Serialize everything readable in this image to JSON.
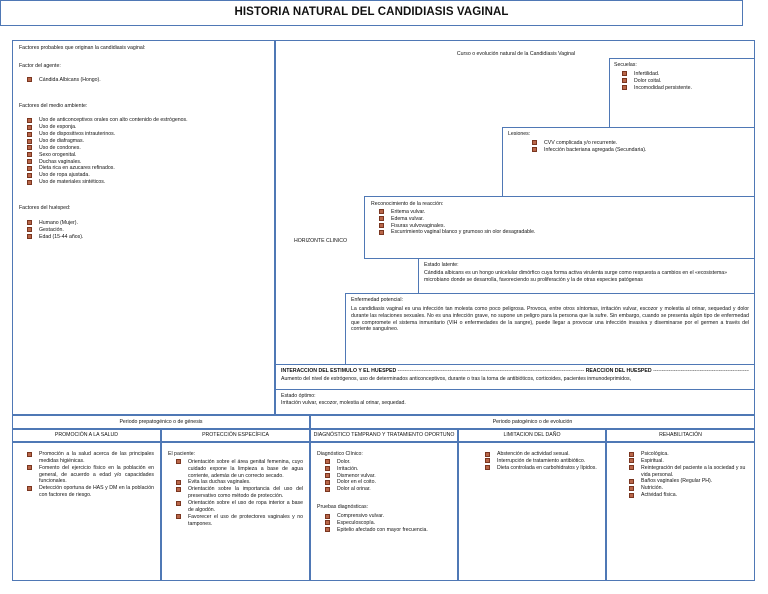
{
  "title": "HISTORIA NATURAL DEL CANDIDIASIS VAGINAL",
  "left_panel": {
    "heading": "Factores probables que originan la candidiasis vaginal:",
    "agent_heading": "Factor del agente:",
    "agent_items": [
      "Cándida Albicans (Hongo)."
    ],
    "env_heading": "Factores del medio ambiente:",
    "env_items": [
      "Uso de anticonceptivos orales con alto contenido de estrógenos.",
      "Uso de esponja.",
      "Uso de dispositivos intrauterinos.",
      "Uso de diafragmas.",
      "Uso de condones.",
      "Sexo orogenital.",
      "Duchas vaginales.",
      "Dieta rica en azucares refinados.",
      "Uso de ropa ajustada.",
      "Uso de materiales sintéticos."
    ],
    "host_heading": "Factores del huésped:",
    "host_items": [
      "Humano (Mujer).",
      "Gestación.",
      "Edad (15-44 años)."
    ]
  },
  "course": {
    "heading": "Curso o evolución natural de la Candidiasis Vaginal",
    "clinical_horizon": "HORIZONTE CLINICO",
    "sequelae": {
      "heading": "Secuelas:",
      "items": [
        "Infertilidad.",
        "Dolor coital.",
        "Incomodidad persistente."
      ]
    },
    "lesions": {
      "heading": "Lesiones:",
      "items": [
        "CVV complicada y/o recurrente.",
        "Infección bacteriana agregada (Secundaria)."
      ]
    },
    "recognition": {
      "heading": "Reconocimiento de la reacción:",
      "items": [
        "Eritema vulvar.",
        "Edema vulvar.",
        "Fisuras vulvovaginales.",
        "Escurrimiento vaginal blanco y grumoso sin olor desagradable."
      ]
    },
    "latent": {
      "heading": "Estado latente:",
      "text": "Cándida albicans es un hongo unicelular dimórfico cuya forma activa virulenta surge como respuesta a cambios en el «ecosistema» microbiano donde se desarrolla, favoreciendo su proliferación y la de otras especies patógenas"
    },
    "potential": {
      "heading": "Enfermedad potencial:",
      "text": "La candidiasis vaginal es una infección tan molesta como poco peligrosa. Provoca, entre otros síntomas, irritación vulvar, escozor y molestia al orinar, sequedad y dolor durante las relaciones sexuales. No es una infección grave, no supone un peligro para la persona que la sufre. Sin embargo, cuando se presenta algún tipo de enfermedad que compromete el sistema inmunitario (VIH o enfermedades de la sangre), puede llegar a provocar una infección invasiva y diseminarse por el germen a través del corriente sanguíneo."
    }
  },
  "interaction": {
    "left_label": "INTERACCIÓN DEL ESTÍMULO Y EL HUÉSPED",
    "dashes": "------------------------------------------------------------------------------------------------------------",
    "right_label": "REACCIÓN DEL HUÉSPED",
    "dashes2": "------------------------------------------------------------------------------------------------------",
    "text": "Aumento del nivel de estrógenos, uso de determinados anticonceptivos, durante o tras la toma de antibióticos, corticoides, pacientes inmunodeprimidos,"
  },
  "optimal": {
    "heading": "Estado óptimo:",
    "text": "Irritación vulvar, escozor, molestia al orinar, sequedad."
  },
  "periods": {
    "prepatogenic": "Periodo prepatogénico o de génesis",
    "patogenic": "Periodo patogénico o de evolución"
  },
  "columns": [
    {
      "header": "PROMOCIÓN A LA SALUD",
      "items": [
        "Promoción a la salud acerca de las principales medidas higiénicas.",
        "Fomento del ejercicio físico en la población en general, de acuerdo a edad y/o capacidades funcionales.",
        "Detección oportuna de HAS y DM en la población con factores de riesgo."
      ]
    },
    {
      "header": "PROTECCIÓN ESPECÍFICA",
      "intro": "El paciente:",
      "items": [
        "Orientación sobre el área genital femenina, cuyo cuidado expone la limpieza a base de agua corriente, además de un correcto secado.",
        "Evita las duchas vaginales.",
        "Orientación sobre la importancia del uso del preservativo como método de protección.",
        "Orientación sobre el uso de ropa interior a base de algodón.",
        "Favorecer el uso de protectores vaginales y no tampones."
      ]
    },
    {
      "header": "DIAGNÓSTICO TEMPRANO Y TRATAMIENTO OPORTUNO",
      "clinical_heading": "Diagnóstico Clínico:",
      "clinical_items": [
        "Dolor.",
        "Irritación.",
        "Dismenor vulvar.",
        "Dolor en el coito.",
        "Dolor al orinar."
      ],
      "tests_heading": "Pruebas diagnósticas:",
      "tests_items": [
        "Comprensivo vulvar.",
        "Especuloscopía.",
        "Epitelio afectado con mayor frecuencia."
      ]
    },
    {
      "header": "LIMITACION DEL DAÑO",
      "items": [
        "Abstención de actividad sexual.",
        "Interrupción de tratamiento antibiótico.",
        "Dieta controlada en carbohidratos y lípidos."
      ]
    },
    {
      "header": "REHABILITACIÓN",
      "items": [
        "Psicológica.",
        "Espiritual.",
        "Reintegración del paciente a la sociedad y su vida personal.",
        "Baños vaginales (Regular PH).",
        "Nutrición.",
        "Actividad física."
      ]
    }
  ],
  "colors": {
    "border": "#4f78b5",
    "bullet": "#b9674a"
  }
}
